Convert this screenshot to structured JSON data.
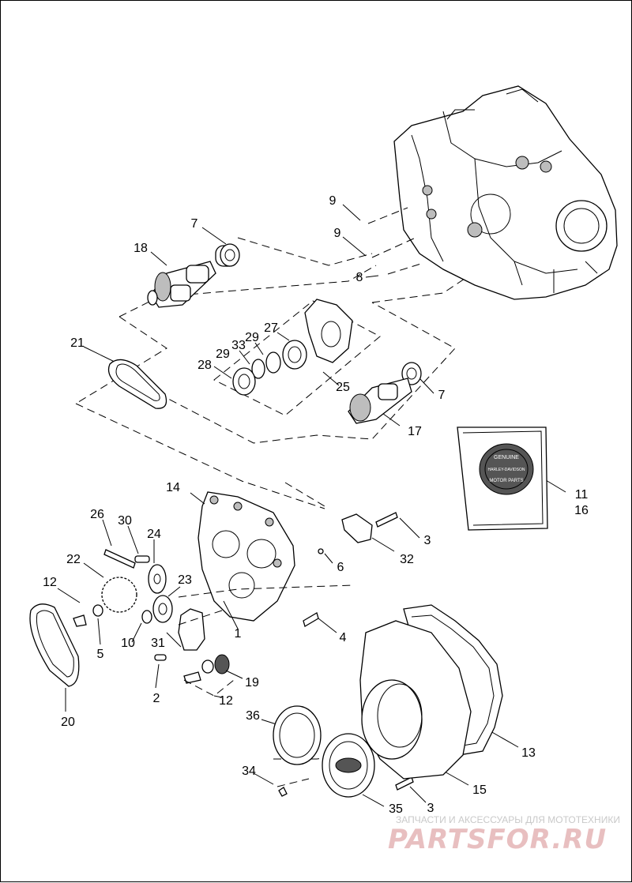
{
  "callouts": [
    "1",
    "2",
    "3",
    "3",
    "4",
    "5",
    "6",
    "7",
    "7",
    "8",
    "9",
    "9",
    "10",
    "11",
    "12",
    "12",
    "13",
    "14",
    "15",
    "16",
    "17",
    "18",
    "19",
    "20",
    "21",
    "22",
    "23",
    "24",
    "25",
    "26",
    "27",
    "28",
    "29",
    "29",
    "30",
    "31",
    "32",
    "33",
    "34",
    "35",
    "36"
  ],
  "badge": {
    "top": "GENUINE",
    "brand": "HARLEY-DAVIDSON",
    "bottom": "MOTOR PARTS"
  },
  "watermark": {
    "caption": "ЗАПЧАСТИ И АКСЕССУАРЫ ДЛЯ МОТОТЕХНИКИ",
    "logo": "PARTSFOR.RU"
  },
  "colors": {
    "watermark": "#e8bfc0",
    "line": "#000000"
  }
}
